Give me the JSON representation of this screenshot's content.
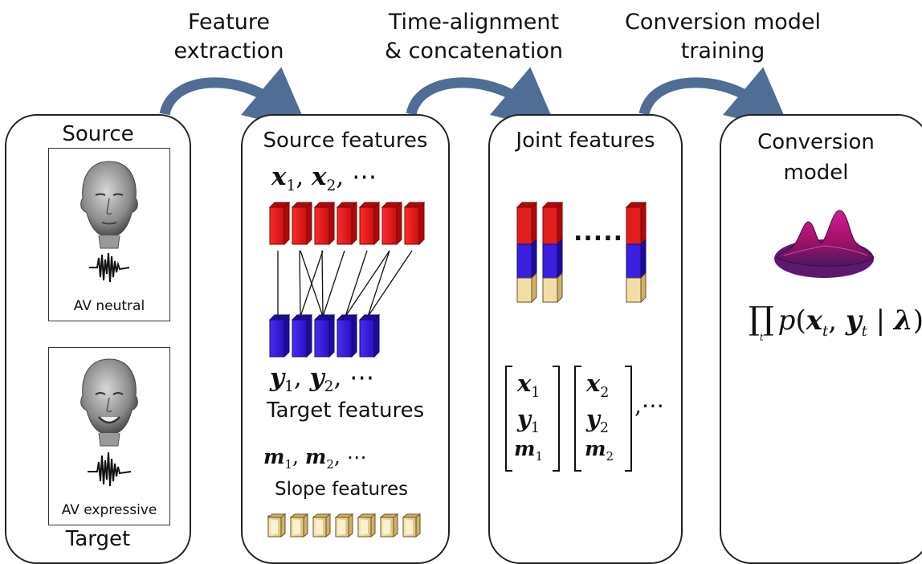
{
  "steps": [
    {
      "label_line1": "Feature",
      "label_line2": "extraction"
    },
    {
      "label_line1": "Time-alignment",
      "label_line2": "& concatenation"
    },
    {
      "label_line1": "Conversion model",
      "label_line2": "training"
    }
  ],
  "panels": {
    "source": {
      "title": "Source",
      "bottom_title": "Target",
      "card_top_caption": "AV neutral",
      "card_bottom_caption": "AV expressive"
    },
    "features": {
      "title": "Source features",
      "x_seq": {
        "v1": "x",
        "s1": "1",
        "v2": "x",
        "s2": "2",
        "tail": ", ⋯"
      },
      "y_seq": {
        "v1": "y",
        "s1": "1",
        "v2": "y",
        "s2": "2",
        "tail": ", ⋯"
      },
      "target_label": "Target features",
      "m_seq": {
        "v1": "m",
        "s1": "1",
        "v2": "m",
        "s2": "2",
        "tail": ", ⋯"
      },
      "slope_label": "Slope features"
    },
    "joint": {
      "title": "Joint features",
      "dots": ".....",
      "vec1": {
        "x": "x",
        "xs": "1",
        "y": "y",
        "ys": "1",
        "m": "m",
        "ms": "1"
      },
      "vec2": {
        "x": "x",
        "xs": "2",
        "y": "y",
        "ys": "2",
        "m": "m",
        "ms": "2"
      },
      "tail": ",⋯"
    },
    "model": {
      "title_line1": "Conversion",
      "title_line2": "model",
      "formula": {
        "prod": "∏",
        "sub": "t",
        "p": "p",
        "x": "x",
        "xs": "t",
        "y": "y",
        "ys": "t",
        "lambda": "λ"
      }
    }
  },
  "colors": {
    "red": "#e21f1f",
    "blue": "#3a1fe0",
    "cream": "#f2dfa7",
    "arrow": "#4f6d95",
    "border": "#222222"
  }
}
